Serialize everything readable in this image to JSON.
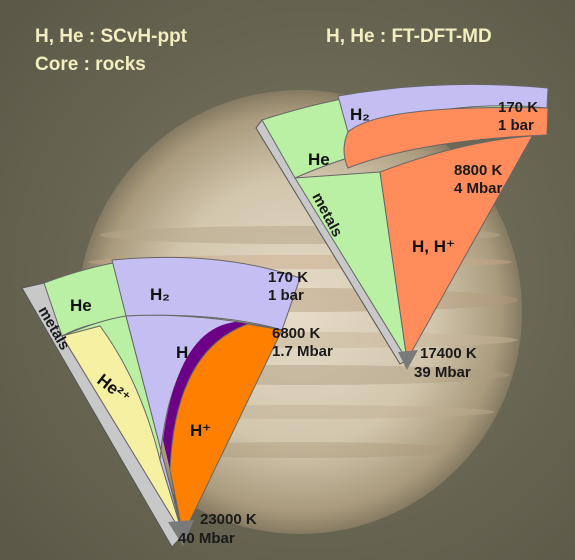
{
  "header": {
    "left_line1": "H, He : SCvH-ppt",
    "left_line2": "Core : rocks",
    "right": "H, He : FT-DFT-MD"
  },
  "left_wedge": {
    "layers": {
      "metals": "metals",
      "he_outer": "He",
      "h2": "H₂",
      "h_mid": "H",
      "he2plus": "He²⁺",
      "hplus": "H⁺"
    },
    "labels": {
      "top_temp": "170 K",
      "top_press": "1 bar",
      "mid_temp": "6800 K",
      "mid_press": "1.7 Mbar",
      "core_temp": "23000 K",
      "core_press": "40 Mbar"
    },
    "colors": {
      "metals": "#c8c8c8",
      "he": "#b9f0a4",
      "h2": "#c4bef2",
      "he2plus": "#f6f0a2",
      "hplus": "#ff7f00",
      "boundary": "#6c0086",
      "core": "#7a7a7a"
    }
  },
  "right_wedge": {
    "layers": {
      "metals": "metals",
      "h2": "H₂",
      "he": "He",
      "h_hplus": "H, H⁺"
    },
    "labels": {
      "top_temp": "170 K",
      "top_press": "1 bar",
      "mid_temp": "8800 K",
      "mid_press": "4 Mbar",
      "core_temp": "17400 K",
      "core_press": "39 Mbar"
    },
    "colors": {
      "metals": "#c8c8c8",
      "he": "#b9f0a4",
      "h2": "#c4bef2",
      "h_hplus": "#ff8c5a",
      "core": "#7a7a7a"
    }
  }
}
